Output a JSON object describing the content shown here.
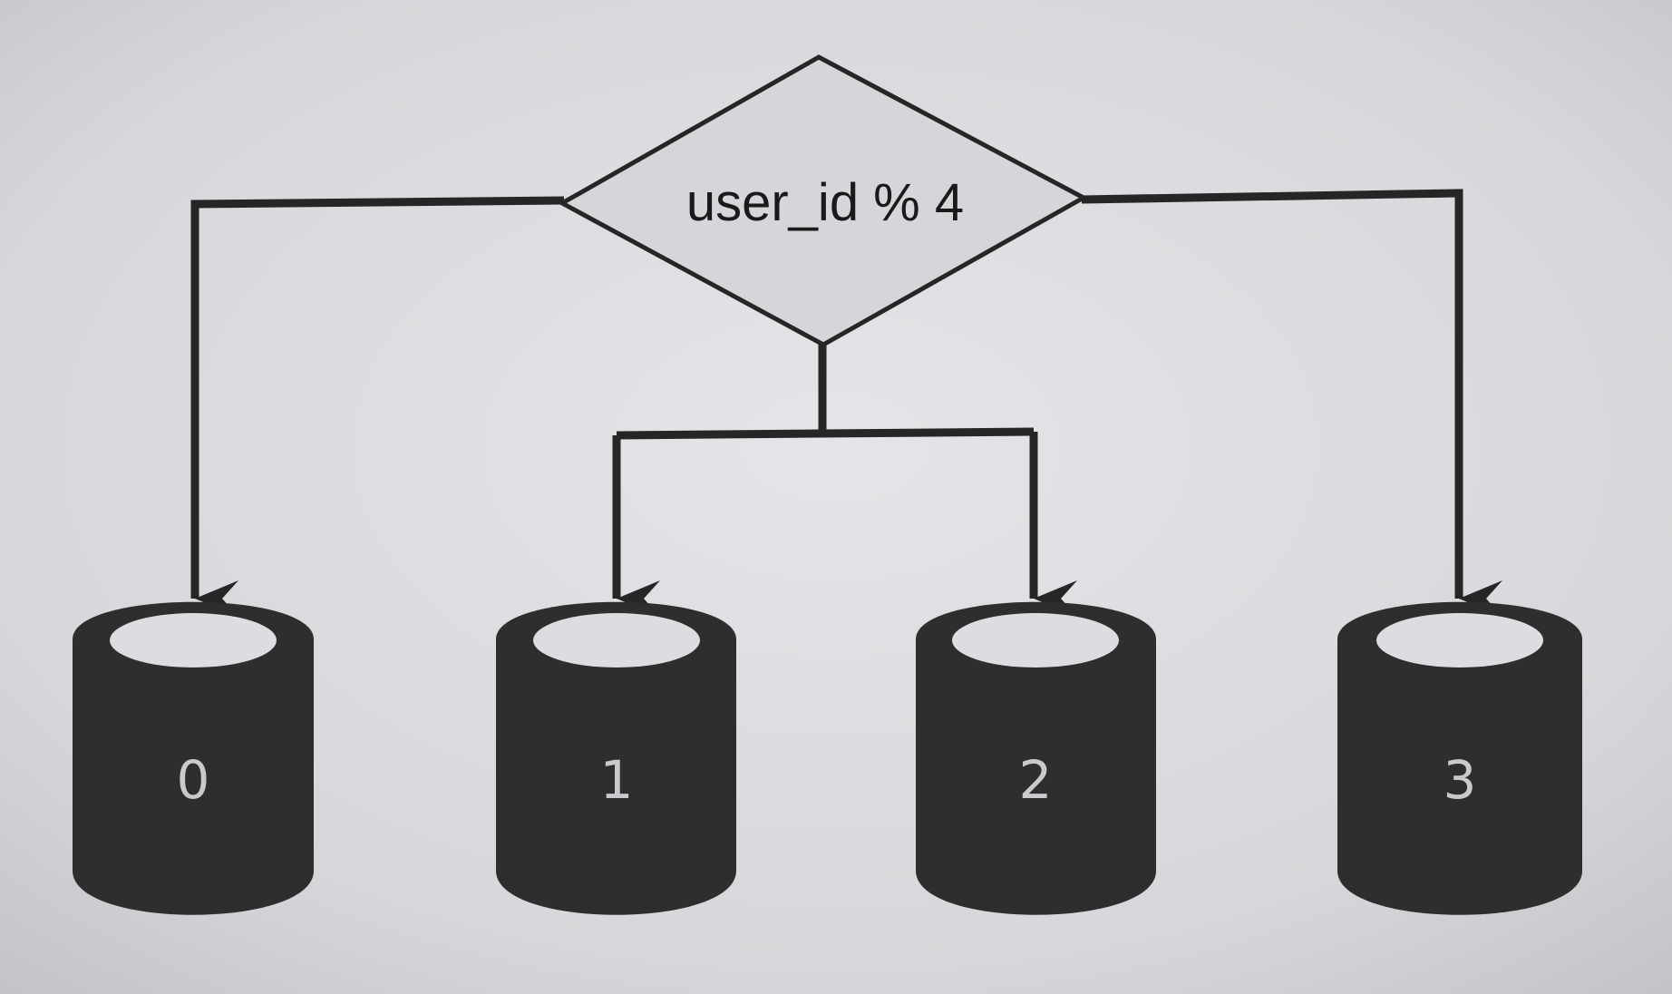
{
  "decision": {
    "label": "user_id % 4"
  },
  "shards": [
    {
      "label": "0"
    },
    {
      "label": "1"
    },
    {
      "label": "2"
    },
    {
      "label": "3"
    }
  ],
  "colors": {
    "paper": "#d9dadd",
    "ink": "#262626",
    "diamond_fill": "#d5d6d9",
    "db_body": "#2e2e2e",
    "db_top": "#dcdde0",
    "db_label": "#c9cacd"
  }
}
